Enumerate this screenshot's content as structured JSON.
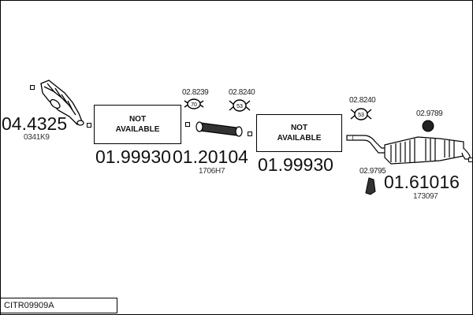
{
  "diagram_code": "CITR09909A",
  "not_available": {
    "line1": "NOT",
    "line2": "AVAILABLE"
  },
  "parts": [
    {
      "number": "04.4325",
      "ref": "0341K9",
      "name": "manifold"
    },
    {
      "number": "01.99930",
      "name": "not-available-1"
    },
    {
      "number": "01.20104",
      "ref": "1706H7",
      "name": "flex-pipe"
    },
    {
      "number": "01.99930",
      "name": "not-available-2"
    },
    {
      "number": "01.61016",
      "ref": "173097",
      "name": "rear-silencer"
    }
  ],
  "accessories": [
    "02.8239",
    "02.8240",
    "02.8240",
    "02.9789",
    "02.9795"
  ],
  "clamp_sizes": [
    "70",
    "53",
    "53"
  ]
}
